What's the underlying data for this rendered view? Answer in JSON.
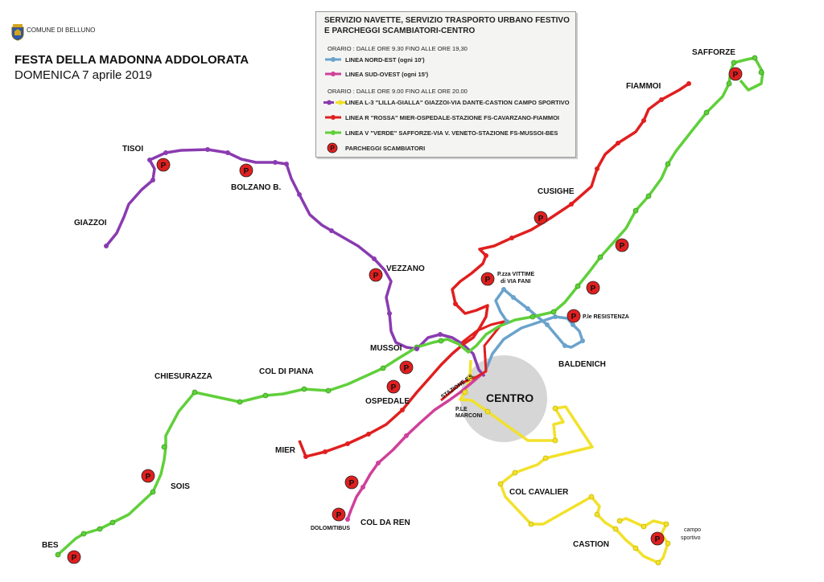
{
  "header": {
    "comune": "COMUNE DI BELLUNO",
    "title": "FESTA DELLA MADONNA ADDOLORATA",
    "subtitle": "DOMENICA 7 aprile 2019"
  },
  "legend": {
    "title1": "SERVIZIO NAVETTE, SERVIZIO TRASPORTO URBANO FESTIVO",
    "title2": "E PARCHEGGI SCAMBIATORI-CENTRO",
    "orario1": "ORARIO : DALLE ORE 9.30 FINO ALLE ORE 19,30",
    "orario2": "ORARIO : DALLE ORE 9.00 FINO ALLE ORE 20.00",
    "nordest": "LINEA NORD-EST (ogni 10')",
    "sudovest": "LINEA SUD-OVEST  (ogni 15')",
    "linea_l3": "LINEA L-3 \"LILLA-GIALLA\"  GIAZZOI-VIA DANTE-CASTION CAMPO SPORTIVO",
    "linea_r": "LINEA R \"ROSSA\"  MIER-OSPEDALE-STAZIONE FS-CAVARZANO-FIAMMOI",
    "linea_v": "LINEA V \"VERDE\" SAFFORZE-VIA V. VENETO-STAZIONE FS-MUSSOI-BES",
    "parcheggi": "PARCHEGGI SCAMBIATORI",
    "p_letter": "P"
  },
  "colors": {
    "nordest": "#6aa3cc",
    "sudovest": "#d0409a",
    "lilla": "#8a3bb0",
    "gialla": "#f2e12b",
    "rossa": "#e01f1f",
    "verde": "#5fd03a",
    "centro": "#d6d6d6"
  },
  "places": {
    "safforze": "SAFFORZE",
    "fiammoi": "FIAMMOI",
    "cusighe": "CUSIGHE",
    "tisoi": "TISOI",
    "bolzano": "BOLZANO B.",
    "giazzoi": "GIAZZOI",
    "vezzano": "VEZZANO",
    "vittime1": "P.zza VITTIME",
    "vittime2": "di VIA FANI",
    "resistenza": "P.le RESISTENZA",
    "baldenich": "BALDENICH",
    "mussoi": "MUSSOI",
    "chiesurazza": "CHIESURAZZA",
    "coldipiana": "COL DI PIANA",
    "ospedale": "OSPEDALE",
    "stazione": "STAZIONE F.S.",
    "centro": "CENTRO",
    "marconi1": "P.LE",
    "marconi2": "MARCONI",
    "mier": "MIER",
    "sois": "SOIS",
    "colcavalier": "COL CAVALIER",
    "dolomitibus": "DOLOMITIBUS",
    "coldaren": "COL DA REN",
    "castion": "CASTION",
    "campo1": "campo",
    "campo2": "sportivo",
    "bes": "BES"
  }
}
